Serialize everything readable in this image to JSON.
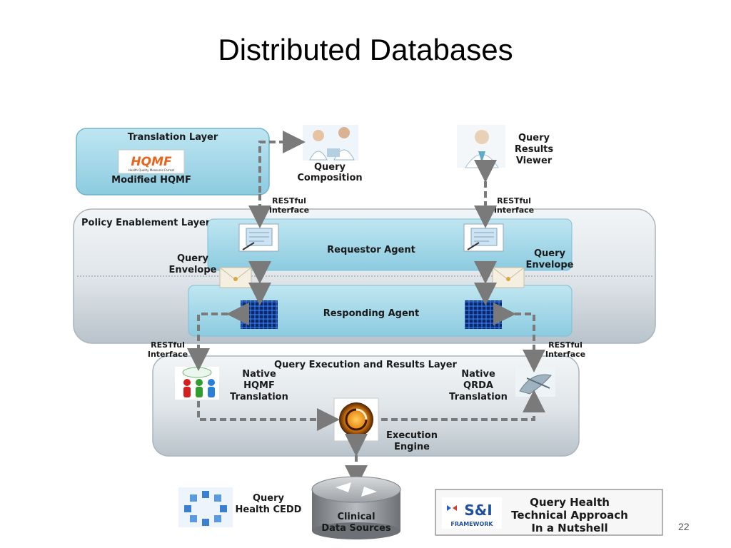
{
  "slide": {
    "title": "Distributed Databases",
    "page_number": "22"
  },
  "translation_layer": {
    "title": "Translation Layer",
    "logo_text": "HQMF",
    "logo_subtext": "Health Quality Measures Format",
    "label": "Modified HQMF"
  },
  "query_composition": {
    "label_line1": "Query",
    "label_line2": "Composition"
  },
  "query_results_viewer": {
    "label_line1": "Query",
    "label_line2": "Results",
    "label_line3": "Viewer"
  },
  "restful_left_top": {
    "line1": "RESTful",
    "line2": "Interface"
  },
  "restful_right_top": {
    "line1": "RESTful",
    "line2": "Interface"
  },
  "policy_layer": {
    "title": "Policy Enablement Layer"
  },
  "requestor_agent": {
    "label": "Requestor Agent"
  },
  "responding_agent": {
    "label": "Responding Agent"
  },
  "query_envelope_left": {
    "line1": "Query",
    "line2": "Envelope"
  },
  "query_envelope_right": {
    "line1": "Query",
    "line2": "Envelope"
  },
  "restful_left_mid": {
    "line1": "RESTful",
    "line2": "Interface"
  },
  "restful_right_mid": {
    "line1": "RESTful",
    "line2": "Interface"
  },
  "execution_layer": {
    "title": "Query Execution and Results Layer"
  },
  "native_hqmf": {
    "line1": "Native",
    "line2": "HQMF",
    "line3": "Translation"
  },
  "native_qrda": {
    "line1": "Native",
    "line2": "QRDA",
    "line3": "Translation"
  },
  "execution_engine": {
    "line1": "Execution",
    "line2": "Engine"
  },
  "query_health_cedd": {
    "line1": "Query",
    "line2": "Health CEDD"
  },
  "clinical_data_sources": {
    "line1": "Clinical",
    "line2": "Data Sources"
  },
  "si_framework": {
    "logo_text": "S&I",
    "logo_subtext": "FRAMEWORK",
    "line1": "Query Health",
    "line2": "Technical Approach",
    "line3": "In a Nutshell"
  },
  "colors": {
    "layer_blue": "#9dd3e3",
    "box_blue": "#a9dcea",
    "gray_panel": "#dfe4e8",
    "arrow_gray": "#7a7a7a",
    "hqmf_orange": "#e8641b"
  }
}
